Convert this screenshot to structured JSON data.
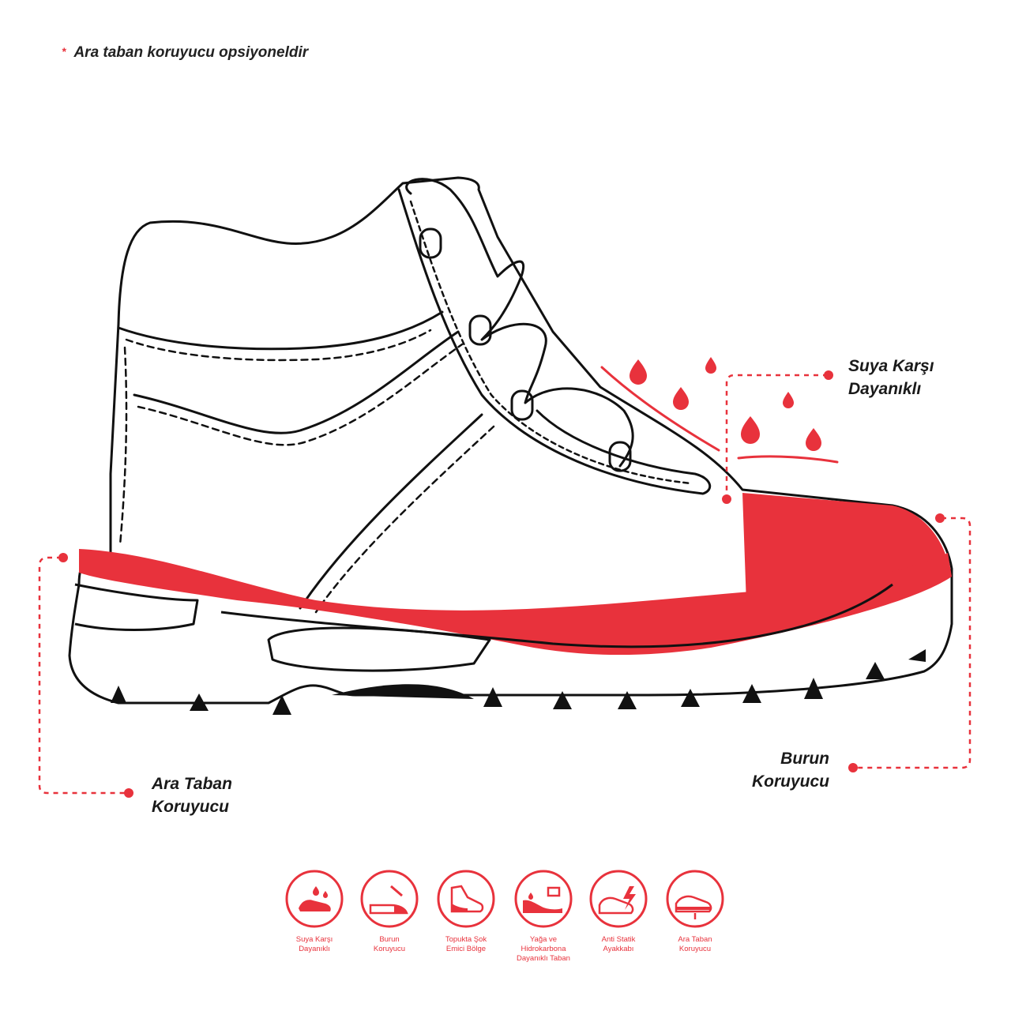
{
  "note": {
    "star": "*",
    "text": "Ara taban koruyucu opsiyoneldir"
  },
  "callouts": {
    "water": {
      "line1": "Suya Karşı",
      "line2": "Dayanıklı"
    },
    "toe": {
      "line1": "Burun",
      "line2": "Koruyucu"
    },
    "midsole": {
      "line1": "Ara Taban",
      "line2": "Koruyucu"
    }
  },
  "features": [
    {
      "icon": "water-resistant-icon",
      "line1": "Suya Karşı",
      "line2": "Dayanıklı",
      "line3": ""
    },
    {
      "icon": "toe-cap-icon",
      "line1": "Burun",
      "line2": "Koruyucu",
      "line3": ""
    },
    {
      "icon": "heel-shock-icon",
      "line1": "Topukta Şok",
      "line2": "Emici Bölge",
      "line3": ""
    },
    {
      "icon": "oil-resistant-icon",
      "line1": "Yağa ve",
      "line2": "Hidrokarbona",
      "line3": "Dayanıklı Taban"
    },
    {
      "icon": "antistatic-icon",
      "line1": "Anti Statik",
      "line2": "Ayakkabı",
      "line3": ""
    },
    {
      "icon": "midsole-icon",
      "line1": "Ara Taban",
      "line2": "Koruyucu",
      "line3": ""
    }
  ],
  "colors": {
    "accent": "#e8323c",
    "line": "#111111"
  }
}
